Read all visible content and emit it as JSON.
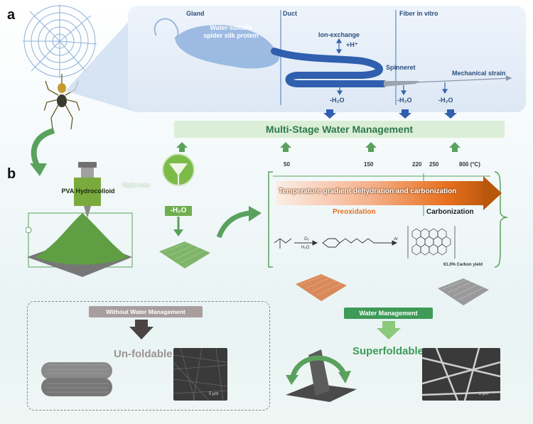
{
  "panel_a": {
    "letter": "a",
    "sections": [
      "Gland",
      "Duct",
      "Fiber in vitro"
    ],
    "protein_label": "Water-soluble spider silk protein",
    "ion_exchange": "Ion-exchange",
    "h_plus": "+H⁺",
    "spinneret": "Spinneret",
    "mechanical_strain": "Mechanical strain",
    "water_loss": "-H₂O"
  },
  "management_bar": "Multi-Stage Water Management",
  "panel_b": {
    "letter": "b",
    "pva_label": "PVA Hydrocolloid",
    "taylor_cone": "Taylor cone",
    "water_loss": "-H₂O",
    "temperature_ticks": [
      "50",
      "150",
      "220",
      "250",
      "800 (°C)"
    ],
    "gradient_text": "Temperature gradient dehydration and carbonization",
    "preoxidation": "Preoxidation",
    "carbonization": "Carbonization",
    "reaction": {
      "o2_label": "O₂",
      "h2o_label": "H₂O",
      "ar_label": "Ar",
      "carbon_yield": "61.0% Carbon yield"
    }
  },
  "without_wm": {
    "pill": "Without Water Management",
    "result": "Un-foldable",
    "scale": "5 μm"
  },
  "with_wm": {
    "pill": "Water Management",
    "result": "Superfoldable",
    "scale": "2 μm"
  },
  "colors": {
    "green_accent": "#3d9a57",
    "blue_accent": "#2f5fae",
    "orange_accent": "#e8701e"
  }
}
